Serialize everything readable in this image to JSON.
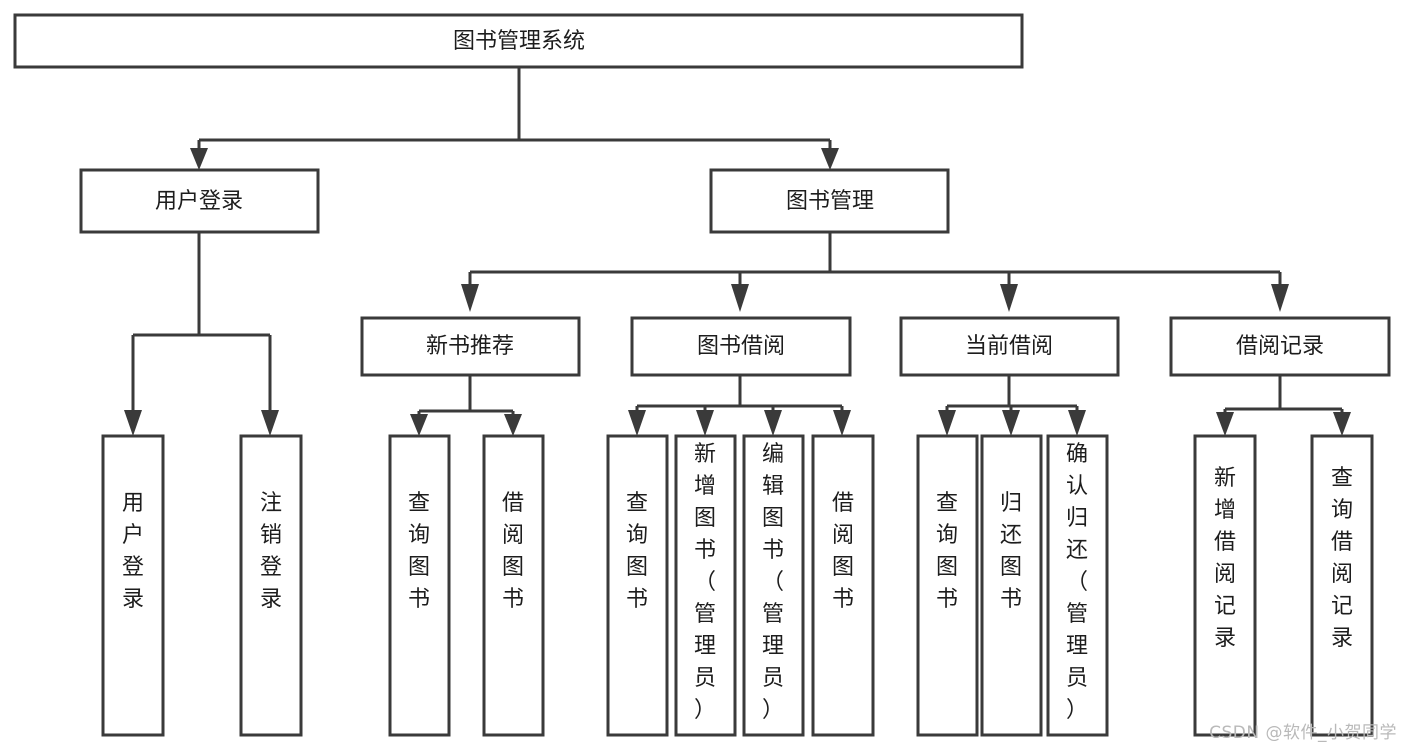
{
  "diagram": {
    "type": "tree",
    "title": "图书管理系统",
    "orientation": "top-down",
    "colors": {
      "box_fill": "#ffffff",
      "box_stroke": "#3a3a3a",
      "text": "#1d1d1d",
      "background": "#ffffff",
      "watermark": "#b9b9b9"
    },
    "root": {
      "label": "图书管理系统",
      "text_orientation": "horizontal"
    },
    "level2": [
      {
        "label": "用户登录",
        "text_orientation": "horizontal"
      },
      {
        "label": "图书管理",
        "text_orientation": "horizontal"
      }
    ],
    "level3": [
      {
        "label": "新书推荐",
        "text_orientation": "horizontal"
      },
      {
        "label": "图书借阅",
        "text_orientation": "horizontal"
      },
      {
        "label": "当前借阅",
        "text_orientation": "horizontal"
      },
      {
        "label": "借阅记录",
        "text_orientation": "horizontal"
      }
    ],
    "leaves": {
      "user_login": [
        {
          "label": "用户登录",
          "text_orientation": "vertical"
        },
        {
          "label": "注销登录",
          "text_orientation": "vertical"
        }
      ],
      "new_book_recommend": [
        {
          "label": "查询图书",
          "text_orientation": "vertical"
        },
        {
          "label": "借阅图书",
          "text_orientation": "vertical"
        }
      ],
      "book_borrow": [
        {
          "label": "查询图书",
          "text_orientation": "vertical"
        },
        {
          "label": "新增图书（管理员）",
          "text_orientation": "vertical"
        },
        {
          "label": "编辑图书（管理员）",
          "text_orientation": "vertical"
        },
        {
          "label": "借阅图书",
          "text_orientation": "vertical"
        }
      ],
      "current_borrow": [
        {
          "label": "查询图书",
          "text_orientation": "vertical"
        },
        {
          "label": "归还图书",
          "text_orientation": "vertical"
        },
        {
          "label": "确认归还（管理员）",
          "text_orientation": "vertical"
        }
      ],
      "borrow_record": [
        {
          "label": "新增借阅记录",
          "text_orientation": "vertical"
        },
        {
          "label": "查询借阅记录",
          "text_orientation": "vertical"
        }
      ]
    }
  },
  "watermark": {
    "text": "CSDN @软件_小贺同学"
  }
}
